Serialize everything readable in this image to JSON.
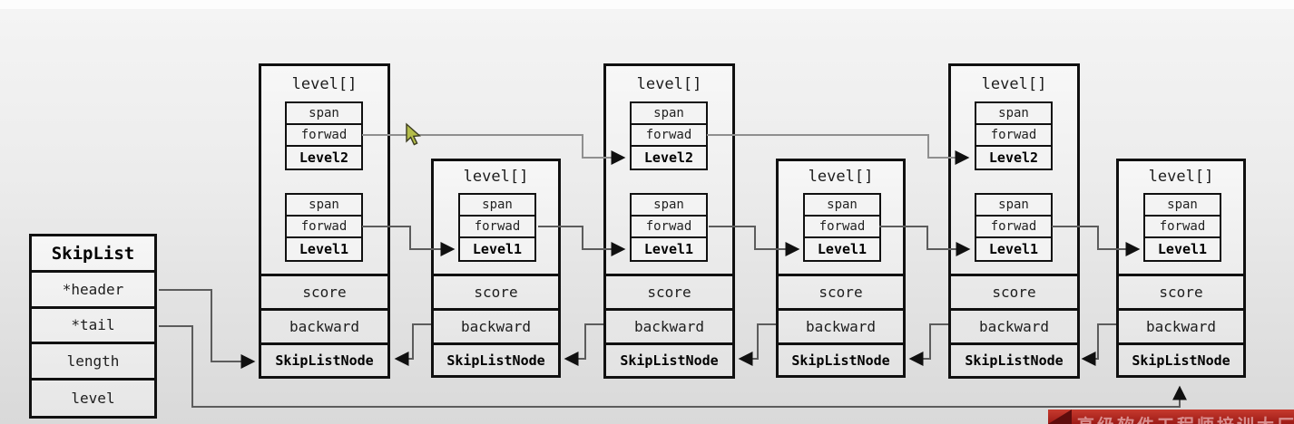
{
  "colors": {
    "box_border": "#101010",
    "wire": "#5c5c5c",
    "wire_light": "#8f8f8f",
    "banner_red": "#a81f18",
    "cursor_olive": "#b4bd4a"
  },
  "skiplist": {
    "title": "SkipList",
    "fields": [
      "*header",
      "*tail",
      "length",
      "level"
    ]
  },
  "nodes": [
    {
      "title": "level[]",
      "levels": [
        {
          "span": "span",
          "forward": "forwad",
          "label": "Level2"
        },
        {
          "span": "span",
          "forward": "forwad",
          "label": "Level1"
        }
      ],
      "score": "score",
      "backward": "backward",
      "footer": "SkipListNode"
    },
    {
      "title": "level[]",
      "levels": [
        {
          "span": "span",
          "forward": "forwad",
          "label": "Level1"
        }
      ],
      "score": "score",
      "backward": "backward",
      "footer": "SkipListNode"
    },
    {
      "title": "level[]",
      "levels": [
        {
          "span": "span",
          "forward": "forwad",
          "label": "Level2"
        },
        {
          "span": "span",
          "forward": "forwad",
          "label": "Level1"
        }
      ],
      "score": "score",
      "backward": "backward",
      "footer": "SkipListNode"
    },
    {
      "title": "level[]",
      "levels": [
        {
          "span": "span",
          "forward": "forwad",
          "label": "Level1"
        }
      ],
      "score": "score",
      "backward": "backward",
      "footer": "SkipListNode"
    },
    {
      "title": "level[]",
      "levels": [
        {
          "span": "span",
          "forward": "forwad",
          "label": "Level2"
        },
        {
          "span": "span",
          "forward": "forwad",
          "label": "Level1"
        }
      ],
      "score": "score",
      "backward": "backward",
      "footer": "SkipListNode"
    },
    {
      "title": "level[]",
      "levels": [
        {
          "span": "span",
          "forward": "forwad",
          "label": "Level1"
        }
      ],
      "score": "score",
      "backward": "backward",
      "footer": "SkipListNode"
    }
  ],
  "connections": [
    {
      "from": "skiplist.*header",
      "to": "node1.SkipListNode"
    },
    {
      "from": "skiplist.*tail",
      "to": "node6.SkipListNode-bottom"
    },
    {
      "from": "node1.level2.forwad",
      "to": "node3.Level2"
    },
    {
      "from": "node1.level1.forwad",
      "to": "node2.Level1"
    },
    {
      "from": "node2.level1.forwad",
      "to": "node3.Level1"
    },
    {
      "from": "node3.level2.forwad",
      "to": "node5.Level2"
    },
    {
      "from": "node3.level1.forwad",
      "to": "node4.Level1"
    },
    {
      "from": "node4.level1.forwad",
      "to": "node5.Level1"
    },
    {
      "from": "node5.level1.forwad",
      "to": "node6.Level1"
    },
    {
      "from": "node2.backward",
      "to": "node1.SkipListNode"
    },
    {
      "from": "node3.backward",
      "to": "node2.SkipListNode"
    },
    {
      "from": "node4.backward",
      "to": "node3.SkipListNode"
    },
    {
      "from": "node5.backward",
      "to": "node4.SkipListNode"
    },
    {
      "from": "node6.backward",
      "to": "node5.SkipListNode"
    }
  ],
  "banner": {
    "text": "高级软件工程师培训大厂"
  }
}
